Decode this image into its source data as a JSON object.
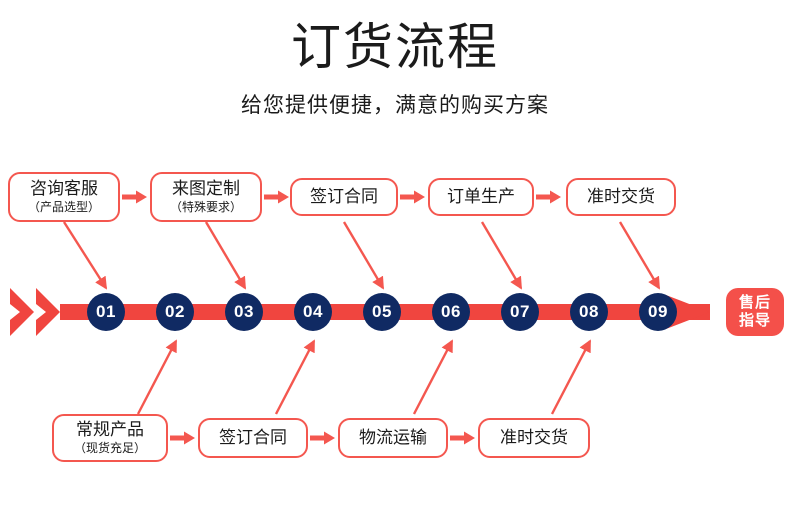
{
  "header": {
    "title": "订货流程",
    "subtitle": "给您提供便捷，满意的购买方案"
  },
  "colors": {
    "accent_red": "#f4574f",
    "bar_red": "#f0453f",
    "node_navy": "#102a63",
    "badge_red": "#f4504a",
    "text": "#1b1b1b",
    "background": "#ffffff"
  },
  "top_row": {
    "arrow_label": "→",
    "boxes": [
      {
        "main": "咨询客服",
        "sub": "（产品选型）",
        "target_node": "01"
      },
      {
        "main": "来图定制",
        "sub": "（特殊要求）",
        "target_node": "03"
      },
      {
        "main": "签订合同",
        "sub": "",
        "target_node": "05"
      },
      {
        "main": "订单生产",
        "sub": "",
        "target_node": "07"
      },
      {
        "main": "准时交货",
        "sub": "",
        "target_node": "09"
      }
    ]
  },
  "bottom_row": {
    "arrow_label": "→",
    "boxes": [
      {
        "main": "常规产品",
        "sub": "（现货充足）",
        "target_node": "02"
      },
      {
        "main": "签订合同",
        "sub": "",
        "target_node": "04"
      },
      {
        "main": "物流运输",
        "sub": "",
        "target_node": "06"
      },
      {
        "main": "准时交货",
        "sub": "",
        "target_node": "08"
      }
    ]
  },
  "timeline": {
    "nodes": [
      "01",
      "02",
      "03",
      "04",
      "05",
      "06",
      "07",
      "08",
      "09"
    ],
    "end_badge": {
      "line1": "售后",
      "line2": "指导"
    }
  }
}
